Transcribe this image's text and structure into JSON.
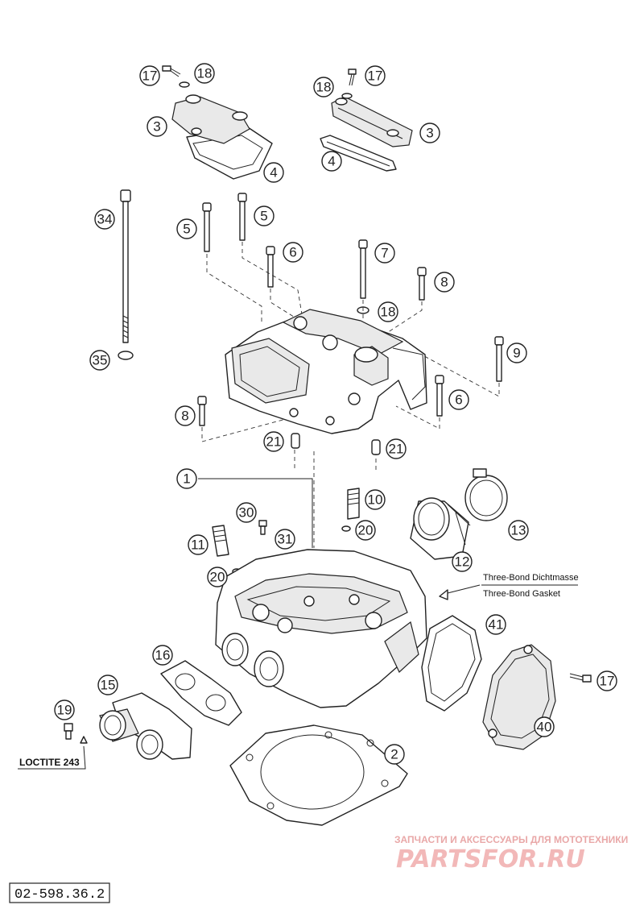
{
  "callouts": {
    "c17a": "17",
    "c18a": "18",
    "c3a": "3",
    "c4a": "4",
    "c18b": "18",
    "c17b": "17",
    "c3b": "3",
    "c4b": "4",
    "c34": "34",
    "c35": "35",
    "c5a": "5",
    "c5b": "5",
    "c6a": "6",
    "c7": "7",
    "c8a": "8",
    "c18c": "18",
    "c9": "9",
    "c6b": "6",
    "c8b": "8",
    "c21a": "21",
    "c21b": "21",
    "c1": "1",
    "c10": "10",
    "c30": "30",
    "c31": "31",
    "c20a": "20",
    "c11": "11",
    "c20b": "20",
    "c13": "13",
    "c12": "12",
    "c41": "41",
    "c16": "16",
    "c15": "15",
    "c19": "19",
    "c17c": "17",
    "c40": "40",
    "c2": "2"
  },
  "notes": {
    "sealant_de": "Three-Bond Dichtmasse",
    "sealant_en": "Three-Bond Gasket",
    "loctite": "LOCTITE 243"
  },
  "document_number": "02-598.36.2",
  "watermark": {
    "caption": "ЗАПЧАСТИ И АКСЕССУАРЫ ДЛЯ МОТОТЕХНИКИ",
    "brand": "PARTSFOR.RU"
  },
  "colors": {
    "line": "#222222",
    "watermark": "#f2b8b8"
  }
}
